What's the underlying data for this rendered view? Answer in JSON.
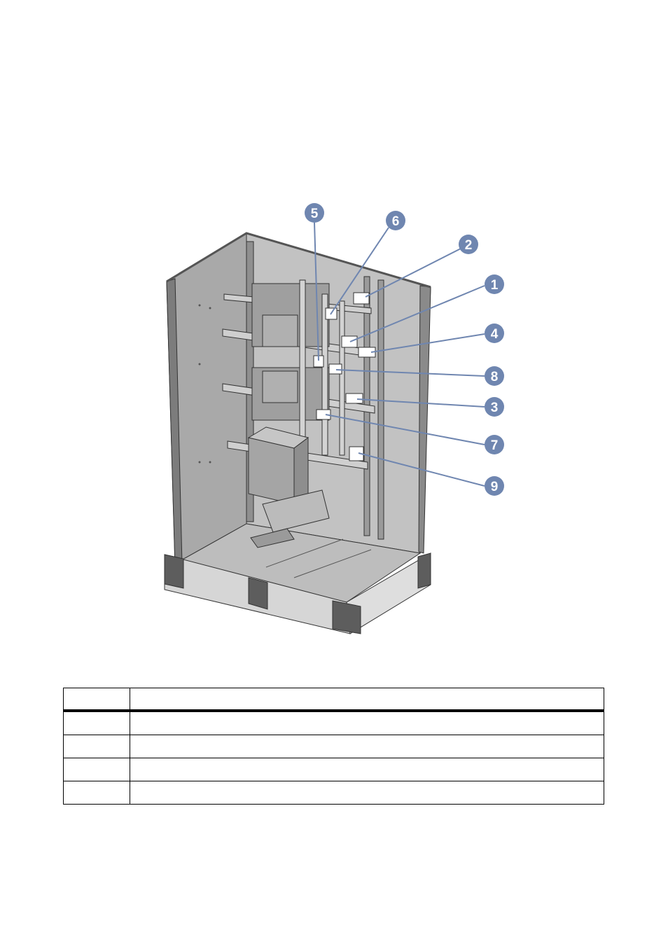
{
  "figure": {
    "callouts": [
      {
        "label": "5"
      },
      {
        "label": "6"
      },
      {
        "label": "2"
      },
      {
        "label": "1"
      },
      {
        "label": "4"
      },
      {
        "label": "8"
      },
      {
        "label": "3"
      },
      {
        "label": "7"
      },
      {
        "label": "9"
      }
    ],
    "colors": {
      "callout_fill": "#6f86b0",
      "callout_text": "#ffffff",
      "cabinet_gray": "#b5b5b5",
      "cabinet_dark": "#6d6d6d",
      "base_dark": "#5d5d5d"
    }
  },
  "table": {
    "header": [
      "",
      ""
    ],
    "rows": [
      [
        "",
        ""
      ],
      [
        "",
        ""
      ],
      [
        "",
        ""
      ],
      [
        "",
        ""
      ]
    ]
  }
}
